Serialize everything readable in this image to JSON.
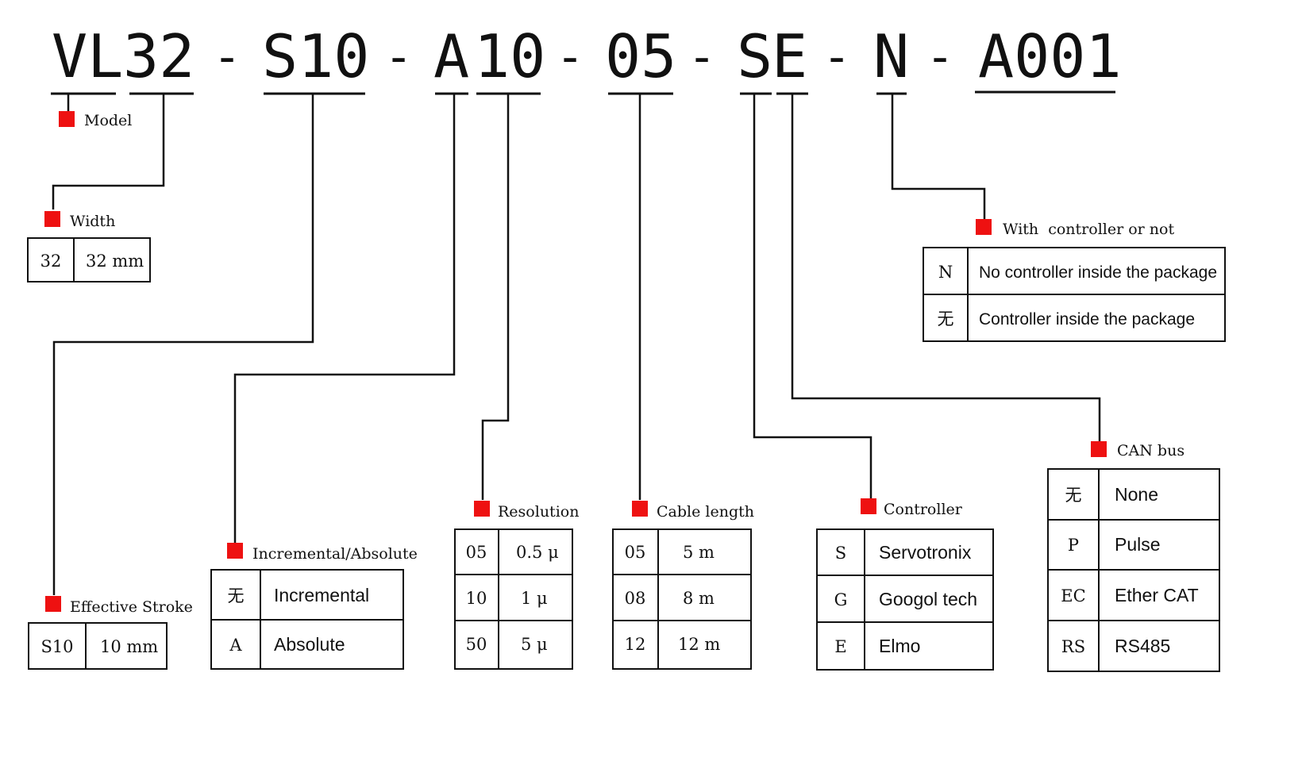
{
  "code": {
    "segments": [
      "VL",
      "32",
      "S10",
      "A",
      "10",
      "05",
      "S",
      "E",
      "N",
      "A001"
    ],
    "separator": "-"
  },
  "labels": {
    "model": "Model",
    "width": "Width",
    "stroke": "Effective Stroke",
    "incabs": "Incremental/Absolute",
    "resolution": "Resolution",
    "cable": "Cable length",
    "controller": "Controller",
    "canbus": "CAN bus",
    "with_controller": "With  controller or not"
  },
  "tables": {
    "width": [
      [
        "32",
        "32 mm"
      ]
    ],
    "stroke": [
      [
        "S10",
        "10 mm"
      ]
    ],
    "incabs": [
      [
        "无",
        "Incremental"
      ],
      [
        "A",
        "Absolute"
      ]
    ],
    "resolution": [
      [
        "05",
        "0.5 μ"
      ],
      [
        "10",
        "1 μ"
      ],
      [
        "50",
        "5 μ"
      ]
    ],
    "cable": [
      [
        "05",
        "5 m"
      ],
      [
        "08",
        "8 m"
      ],
      [
        "12",
        "12 m"
      ]
    ],
    "controller": [
      [
        "S",
        "Servotronix"
      ],
      [
        "G",
        "Googol tech"
      ],
      [
        "E",
        "Elmo"
      ]
    ],
    "canbus": [
      [
        "无",
        "None"
      ],
      [
        "P",
        "Pulse"
      ],
      [
        "EC",
        "Ether CAT"
      ],
      [
        "RS",
        "RS485"
      ]
    ],
    "with_controller": [
      [
        "N",
        "No controller inside the package"
      ],
      [
        "无",
        "Controller inside the package"
      ]
    ]
  },
  "colors": {
    "marker": "#ee1111",
    "ink": "#111111"
  }
}
